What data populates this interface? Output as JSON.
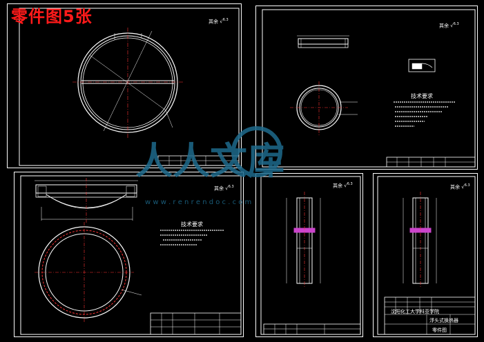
{
  "overlay_title": "零件图5张",
  "roughness_label": "其余",
  "roughness_value": "6.3",
  "tech_req_title": "技术要求",
  "watermark": {
    "text": "人人文库",
    "url": "w w w . r e n r e n d o c . c o m"
  },
  "title_block_org": "沈阳化工大学科亚学院",
  "title_block_part": "浮头式换热器",
  "title_block_sub": "零件图",
  "colors": {
    "background": "#000000",
    "lines": "#ffffff",
    "center_lines": "#ff3333",
    "title_red": "#ff1a1a",
    "accent_magenta": "#cc44cc",
    "watermark": "#1e6a8c"
  }
}
